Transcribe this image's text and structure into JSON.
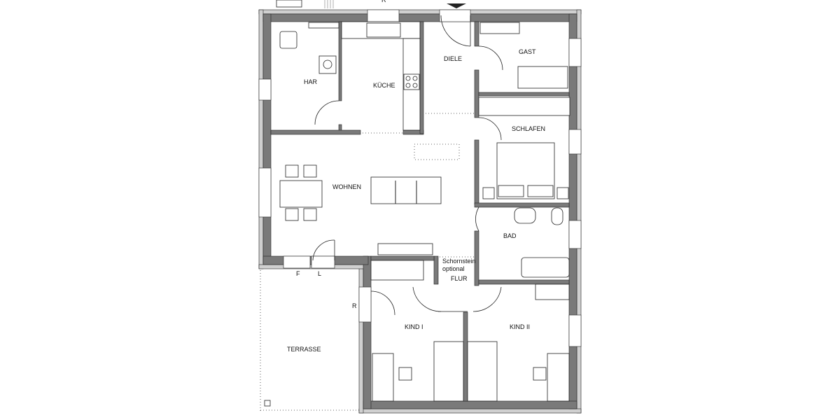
{
  "floorplan": {
    "rooms": {
      "har": "HAR",
      "kueche": "KÜCHE",
      "diele": "DIELE",
      "gast": "GAST",
      "schlafen": "SCHLAFEN",
      "wohnen": "WOHNEN",
      "bad": "BAD",
      "flur": "FLUR",
      "kind1": "KIND I",
      "kind2": "KIND II",
      "terrasse": "TERRASSE"
    },
    "annotations": {
      "schornstein_line1": "Schornstein",
      "schornstein_line2": "optional",
      "window_f": "F",
      "window_l": "L",
      "window_r": "R",
      "top_mark": "R"
    },
    "colors": {
      "wall": "#7a7a7a",
      "wall_outer": "#d0d0d0"
    }
  }
}
